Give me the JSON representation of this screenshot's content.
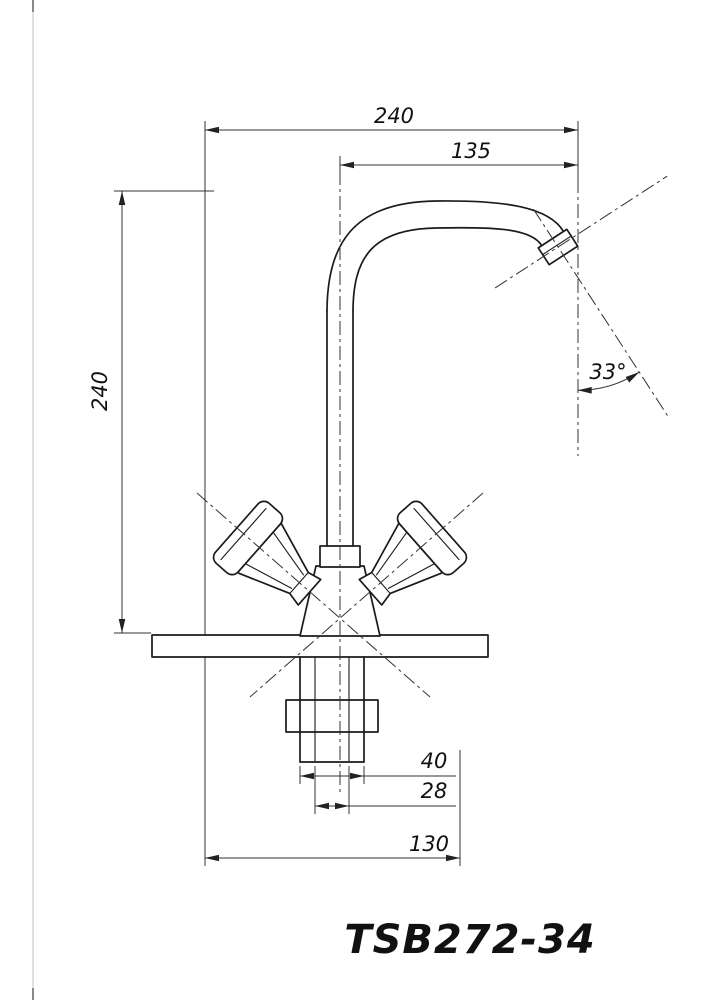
{
  "drawing": {
    "kind": "faucet-technical-drawing",
    "title": "TSB272-34",
    "ink_color": "#1b1b1b",
    "dimensions": {
      "top_width": "240",
      "spout_reach": "135",
      "left_height": "240",
      "spout_angle": "33°",
      "shank_width": "40",
      "pipe_width": "28",
      "bottom_width": "130"
    }
  }
}
